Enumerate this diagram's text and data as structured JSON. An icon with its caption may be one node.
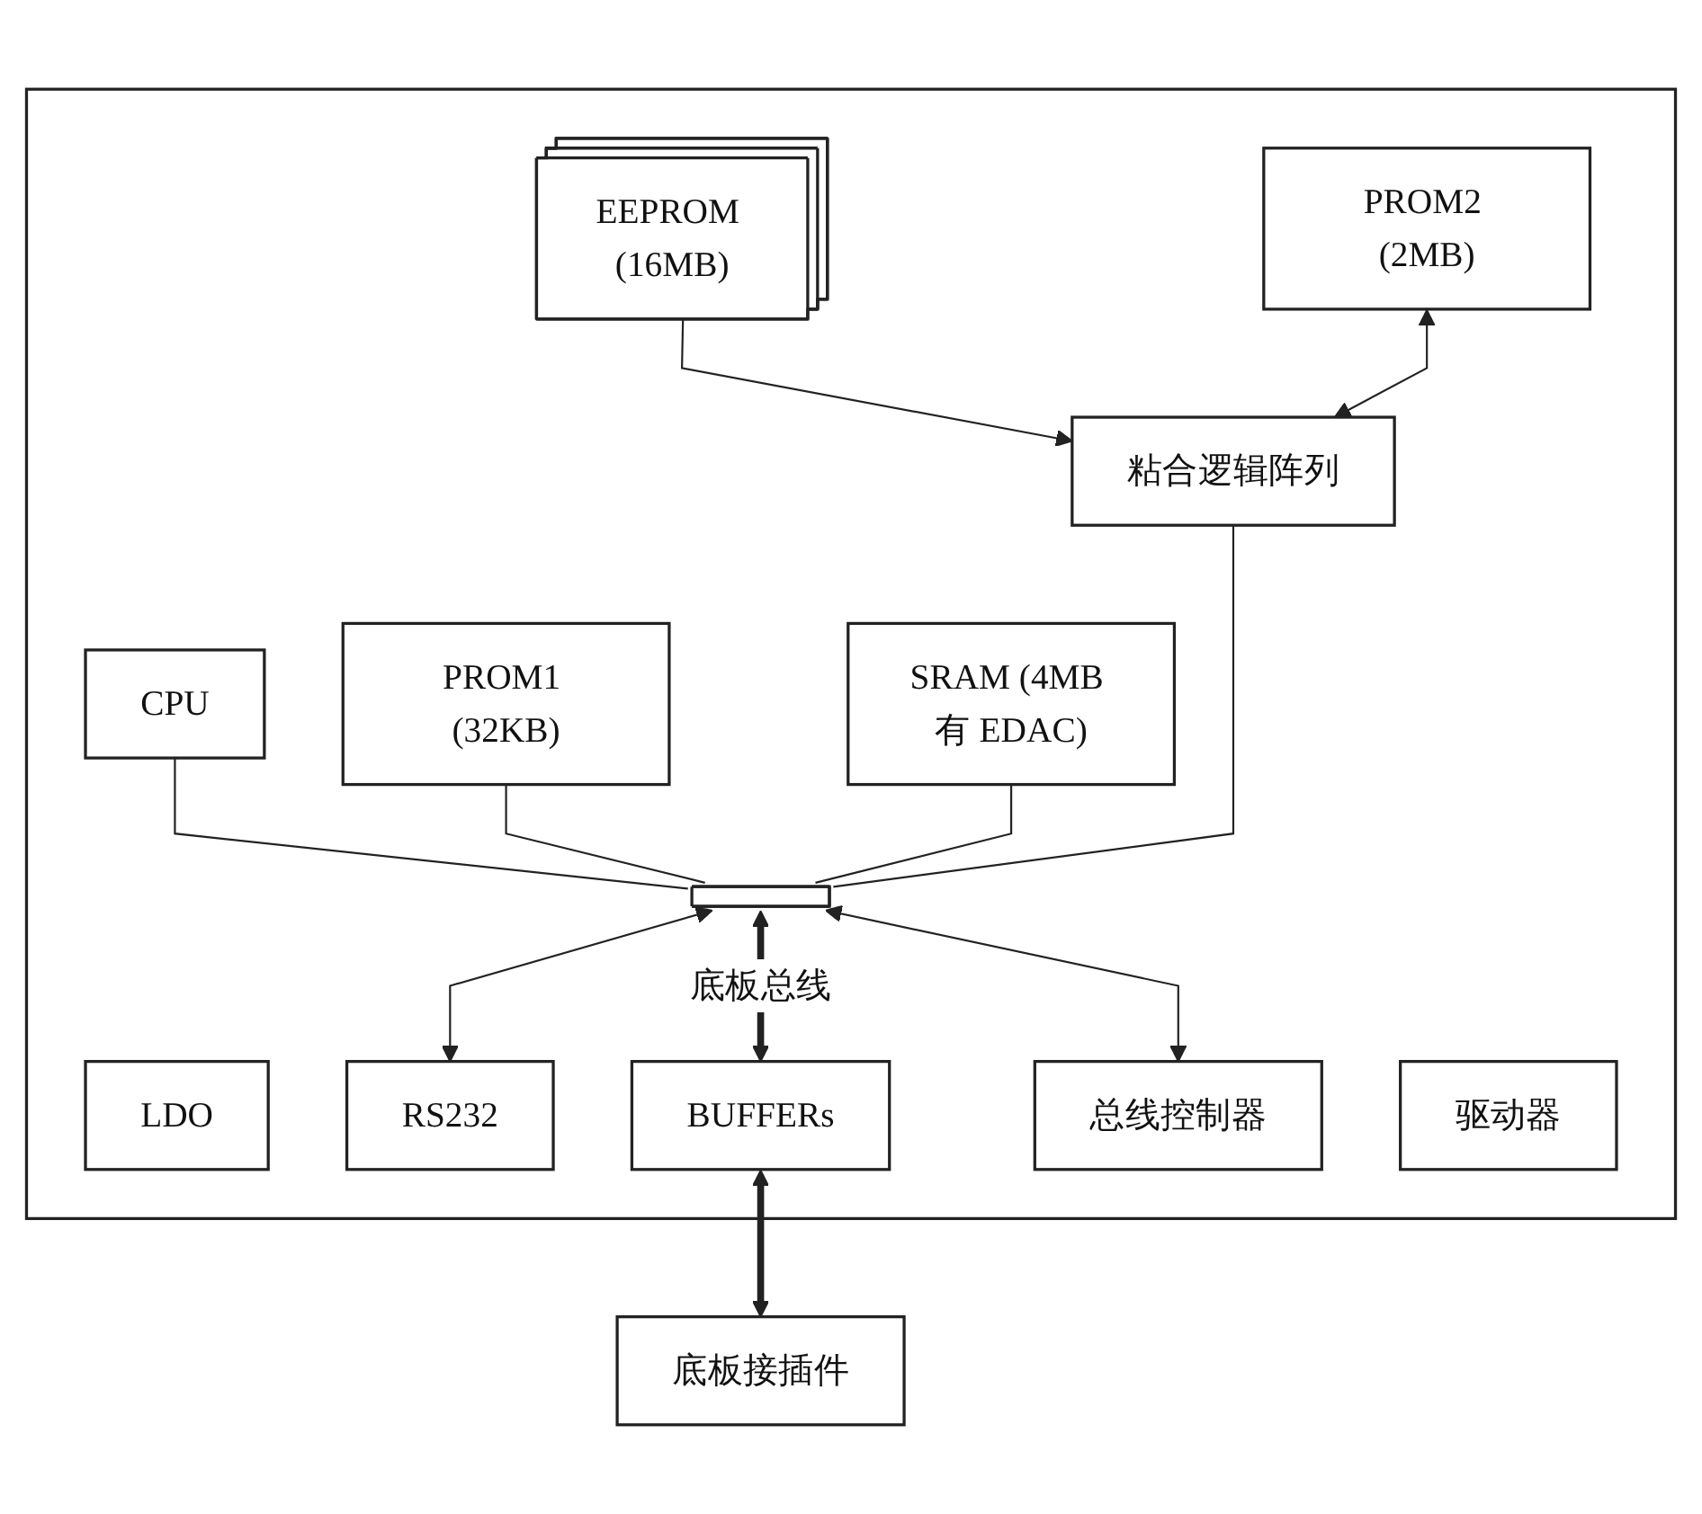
{
  "diagram": {
    "nodes": [
      {
        "text": [],
        "shape": "box"
      },
      {
        "text": [
          "LDO"
        ],
        "in": 0
      },
      {
        "text": [
          "EEPROM (16MB)"
        ],
        "in": 0
      },
      {
        "text": [
          "CPU"
        ],
        "in": 0
      },
      {
        "text": [
          "PROM2 (2MB)"
        ],
        "in": 0
      },
      {
        "text": [
          "粘合逻辑阵列"
        ],
        "in": 0
      },
      {
        "text": [
          "PROM1 (32KB)"
        ],
        "in": 0
      },
      {
        "text": [
          "SRAM (4MB 有 EDAC)"
        ],
        "in": 0
      },
      {
        "text": [],
        "shape": "bar",
        "in": 0
      },
      {
        "text": [
          "RS232"
        ],
        "in": 0
      },
      {
        "text": [
          "BUFFERs"
        ],
        "in": 0
      },
      {
        "text": [
          "总线控制器"
        ],
        "in": 0
      },
      {
        "text": [
          "驱动器"
        ],
        "in": 0
      },
      {
        "text": [
          "底板接插件"
        ]
      }
    ],
    "edges": [
      {
        "from": 2,
        "to": 5,
        "arrow": "to"
      },
      {
        "from": 4,
        "to": 5,
        "arrow": "both"
      },
      {
        "from": 3,
        "to": 8,
        "arrow": "none"
      },
      {
        "from": 8,
        "to": 9,
        "arrow": "both"
      },
      {
        "from": 6,
        "to": 8,
        "arrow": "none"
      },
      {
        "from": 7,
        "to": 8,
        "arrow": "none"
      },
      {
        "from": 5,
        "to": 8,
        "arrow": "none"
      },
      {
        "from": 8,
        "to": 10,
        "arrow": "both",
        "label": "底板总线",
        "style": "thick"
      },
      {
        "from": 8,
        "to": 11,
        "arrow": "both"
      },
      {
        "from": 10,
        "to": 13,
        "arrow": "both",
        "style": "thick"
      }
    ]
  }
}
